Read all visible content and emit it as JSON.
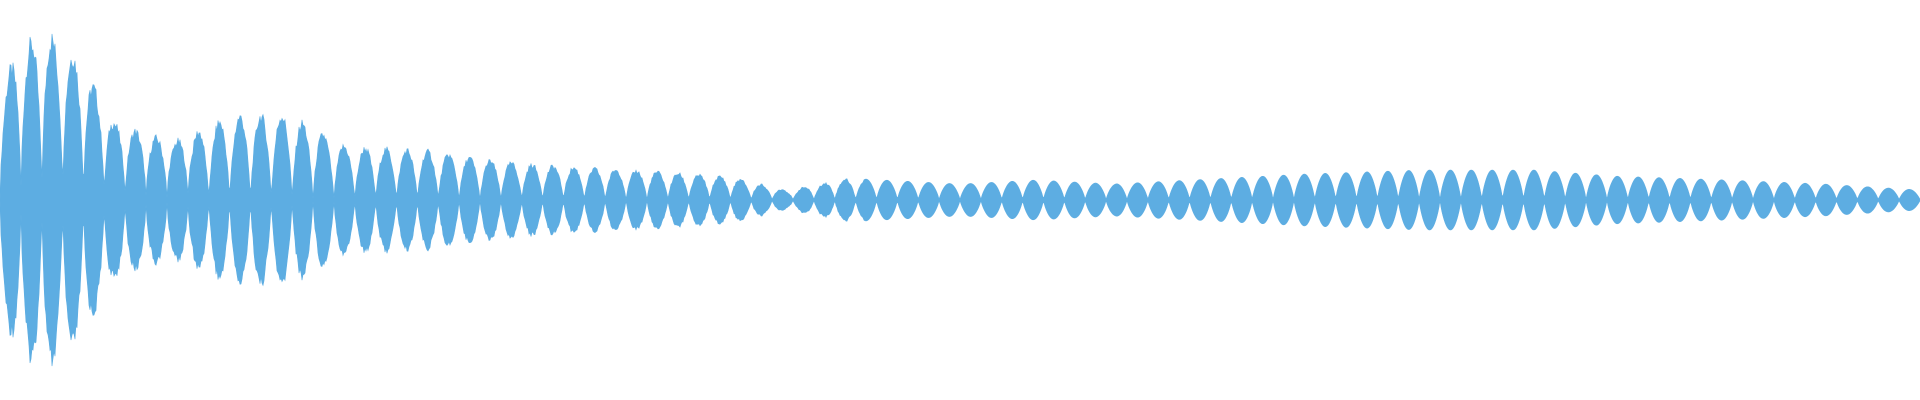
{
  "waveform": {
    "color": "#5dade2",
    "background": "#ffffff",
    "peak_amplitude": 0.87,
    "pulse_count": 92,
    "envelope": [
      [
        0.0,
        0.55
      ],
      [
        0.01,
        0.8
      ],
      [
        0.025,
        0.87
      ],
      [
        0.04,
        0.75
      ],
      [
        0.06,
        0.4
      ],
      [
        0.09,
        0.3
      ],
      [
        0.12,
        0.44
      ],
      [
        0.15,
        0.45
      ],
      [
        0.18,
        0.28
      ],
      [
        0.22,
        0.26
      ],
      [
        0.26,
        0.2
      ],
      [
        0.3,
        0.17
      ],
      [
        0.34,
        0.15
      ],
      [
        0.38,
        0.12
      ],
      [
        0.41,
        0.05
      ],
      [
        0.44,
        0.11
      ],
      [
        0.5,
        0.08
      ],
      [
        0.54,
        0.1
      ],
      [
        0.58,
        0.08
      ],
      [
        0.62,
        0.1
      ],
      [
        0.68,
        0.13
      ],
      [
        0.74,
        0.15
      ],
      [
        0.8,
        0.15
      ],
      [
        0.84,
        0.12
      ],
      [
        0.9,
        0.1
      ],
      [
        0.95,
        0.08
      ],
      [
        1.0,
        0.05
      ]
    ]
  }
}
